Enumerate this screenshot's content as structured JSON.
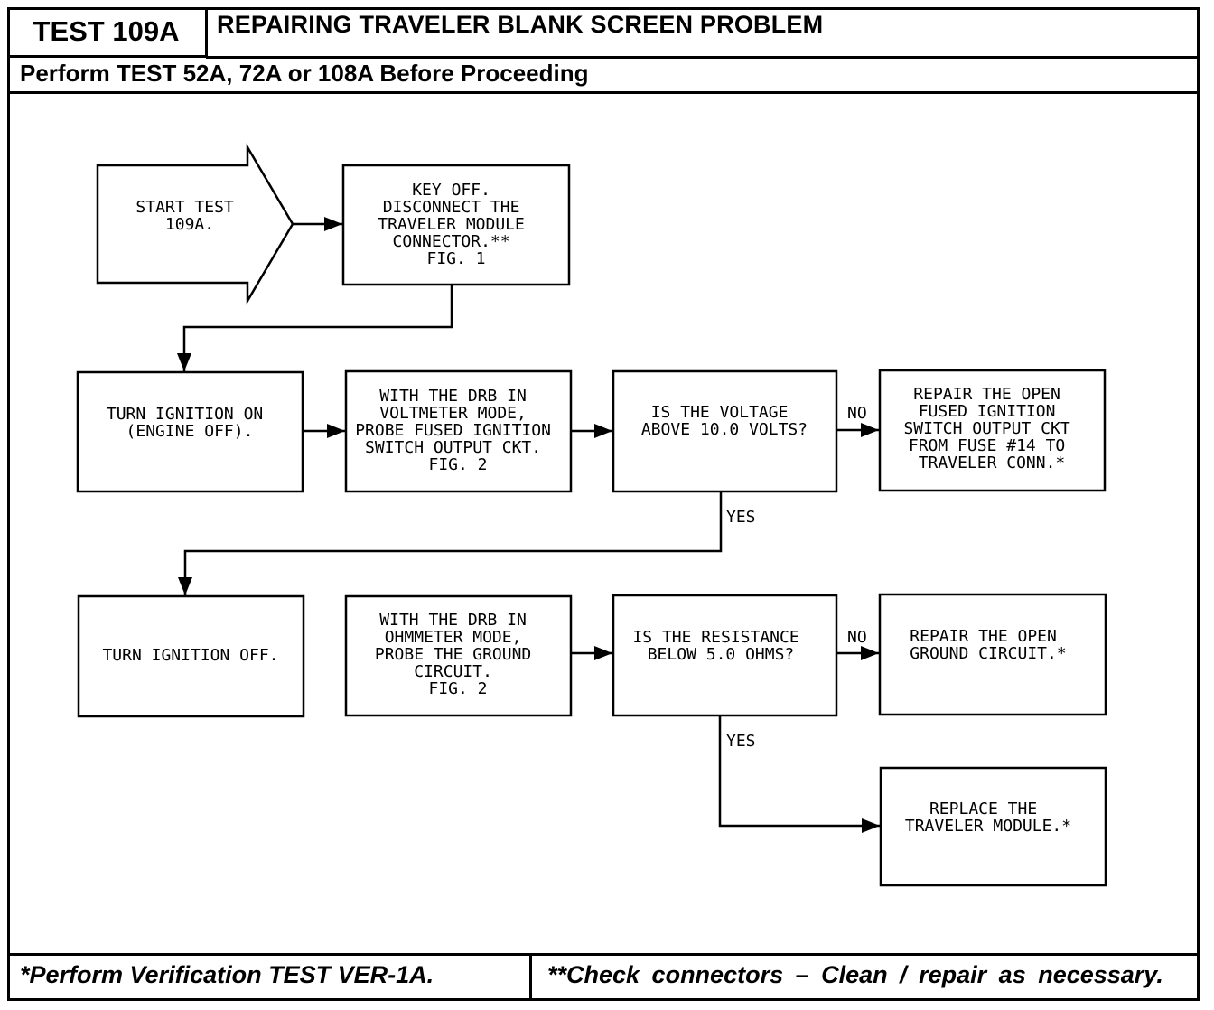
{
  "header": {
    "test_id": "TEST 109A",
    "title": "REPAIRING TRAVELER BLANK SCREEN PROBLEM",
    "subtitle": "Perform TEST 52A, 72A or 108A Before Proceeding"
  },
  "footer": {
    "left_note": "*Perform Verification TEST VER-1A.",
    "right_note": "**Check connectors – Clean / repair as necessary."
  },
  "flow": {
    "start": [
      "START TEST",
      "109A."
    ],
    "key_off": [
      "KEY OFF.",
      "DISCONNECT THE",
      "TRAVELER MODULE",
      "CONNECTOR.**",
      "FIG. 1"
    ],
    "ign_on": [
      "TURN IGNITION ON",
      "(ENGINE OFF)."
    ],
    "probe_volt": [
      "WITH THE DRB IN",
      "VOLTMETER MODE,",
      "PROBE FUSED IGNITION",
      "SWITCH OUTPUT CKT.",
      "FIG. 2"
    ],
    "q_volt": [
      "IS THE VOLTAGE",
      "ABOVE 10.0 VOLTS?"
    ],
    "repair_ign": [
      "REPAIR THE OPEN",
      "FUSED IGNITION",
      "SWITCH OUTPUT CKT",
      "FROM FUSE #14 TO",
      "TRAVELER CONN.*"
    ],
    "ign_off": [
      "TURN IGNITION OFF."
    ],
    "probe_ohm": [
      "WITH THE DRB IN",
      "OHMMETER MODE,",
      "PROBE THE GROUND",
      "CIRCUIT.",
      "FIG. 2"
    ],
    "q_ohm": [
      "IS THE RESISTANCE",
      "BELOW 5.0 OHMS?"
    ],
    "repair_gnd": [
      "REPAIR THE OPEN",
      "GROUND CIRCUIT.*"
    ],
    "replace": [
      "REPLACE THE",
      "TRAVELER MODULE.*"
    ],
    "no_label": "NO",
    "yes_label": "YES"
  }
}
